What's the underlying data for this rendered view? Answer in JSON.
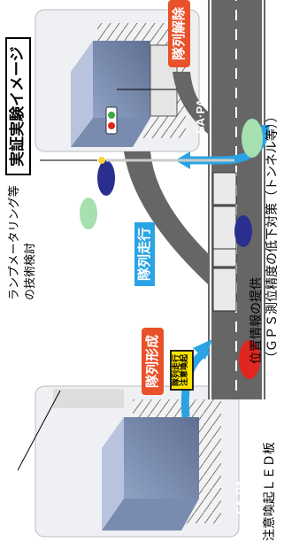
{
  "title": "実証実験イメージ",
  "labels": {
    "platoon_formation": "隊列形成",
    "platoon_driving": "隊列走行",
    "platoon_release": "隊列解除",
    "sa_pa_left": "SA·PA",
    "sa_pa_right": "SA·PA",
    "ramp_metering": "ランプメータリング等\nの技術検討",
    "position_info": "位置情報の提供\n（ＧＰＳ測位精度の低下対策（トンネル等））",
    "led_board": "注意喚起ＬＥＤ板",
    "led_board_text": "隊列走行\n注意喚起"
  },
  "colors": {
    "road": "#666666",
    "platoon_badge": "#e8512a",
    "driving_badge": "#2aa3e4",
    "arrow": "#2aa3e4",
    "lead_car": "#e0261f",
    "sedan_blue": "#2a2f8f",
    "sedan_green": "#a6e0b0",
    "led": "#ffe600"
  }
}
